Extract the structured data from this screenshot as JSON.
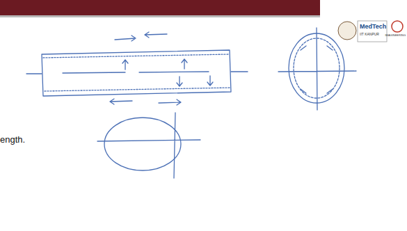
{
  "diagram": {
    "labels": [
      "ength.",
      "MedTech",
      "IIT KANPUR",
      "IMAGINEERING"
    ]
  }
}
